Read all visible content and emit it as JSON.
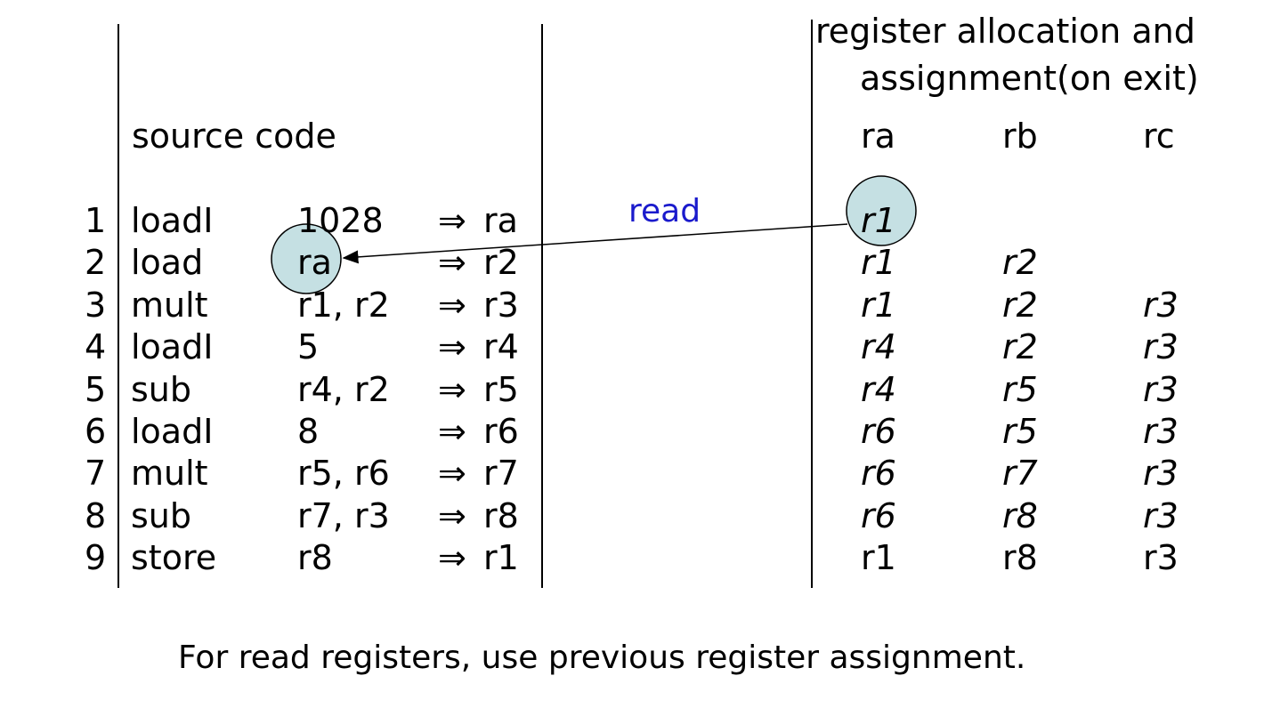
{
  "header": {
    "source_code": "source code",
    "alloc_title_line1": "register allocation and",
    "alloc_title_line2": "assignment(on exit)",
    "reg_columns": [
      "ra",
      "rb",
      "rc"
    ]
  },
  "rows": [
    {
      "num": "1",
      "op": "loadI",
      "args": "1028",
      "arrow": "⇒",
      "dest": "ra",
      "alloc": [
        "r1",
        "",
        ""
      ],
      "italic": true
    },
    {
      "num": "2",
      "op": "load",
      "args": "ra",
      "arrow": "⇒",
      "dest": "r2",
      "alloc": [
        "r1",
        "r2",
        ""
      ],
      "italic": true
    },
    {
      "num": "3",
      "op": "mult",
      "args": "r1, r2",
      "arrow": "⇒",
      "dest": "r3",
      "alloc": [
        "r1",
        "r2",
        "r3"
      ],
      "italic": true
    },
    {
      "num": "4",
      "op": "loadI",
      "args": "5",
      "arrow": "⇒",
      "dest": "r4",
      "alloc": [
        "r4",
        "r2",
        "r3"
      ],
      "italic": true
    },
    {
      "num": "5",
      "op": "sub",
      "args": "r4, r2",
      "arrow": "⇒",
      "dest": "r5",
      "alloc": [
        "r4",
        "r5",
        "r3"
      ],
      "italic": true
    },
    {
      "num": "6",
      "op": "loadI",
      "args": "8",
      "arrow": "⇒",
      "dest": "r6",
      "alloc": [
        "r6",
        "r5",
        "r3"
      ],
      "italic": true
    },
    {
      "num": "7",
      "op": "mult",
      "args": "r5, r6",
      "arrow": "⇒",
      "dest": "r7",
      "alloc": [
        "r6",
        "r7",
        "r3"
      ],
      "italic": true
    },
    {
      "num": "8",
      "op": "sub",
      "args": "r7, r3",
      "arrow": "⇒",
      "dest": "r8",
      "alloc": [
        "r6",
        "r8",
        "r3"
      ],
      "italic": true
    },
    {
      "num": "9",
      "op": "store",
      "args": "r8",
      "arrow": "⇒",
      "dest": "r1",
      "alloc": [
        "r1",
        "r8",
        "r3"
      ],
      "italic": false
    }
  ],
  "annotation": {
    "label": "read",
    "label_color": "#1a1acc",
    "highlight_fill": "#c5e0e3",
    "from": "row 1 ra-allocation (r1)",
    "to": "row 2 source operand (ra)"
  },
  "footer": "For read registers, use previous register assignment."
}
